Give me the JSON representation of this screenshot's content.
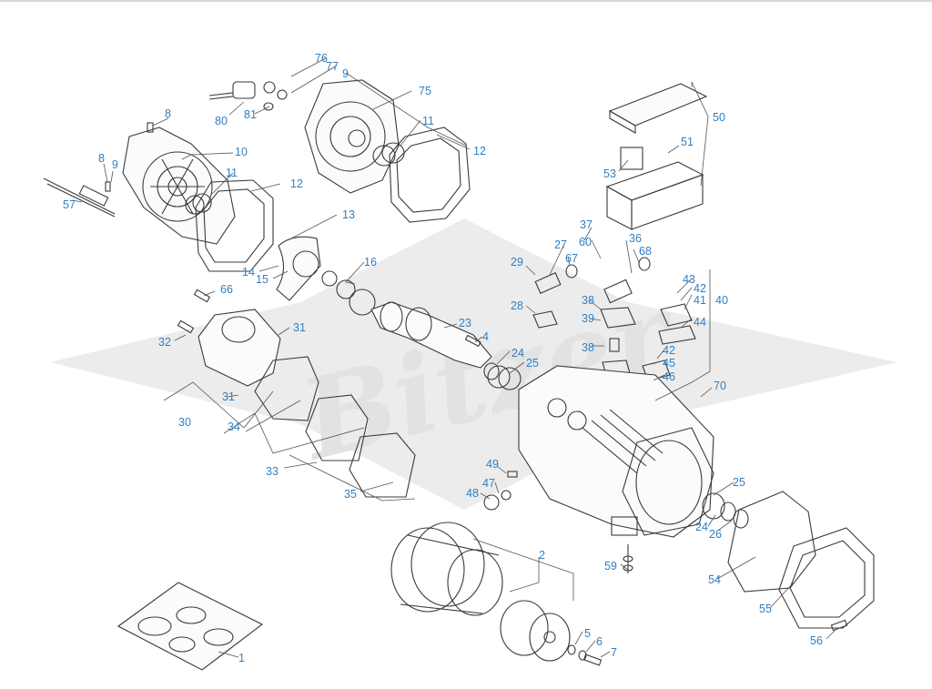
{
  "diagram": {
    "watermark": "Bitzer",
    "callouts": [
      {
        "id": "c76",
        "text": "76"
      },
      {
        "id": "c77",
        "text": "77"
      },
      {
        "id": "c9a",
        "text": "9"
      },
      {
        "id": "c75",
        "text": "75"
      },
      {
        "id": "c8a",
        "text": "8"
      },
      {
        "id": "c80",
        "text": "80"
      },
      {
        "id": "c81",
        "text": "81"
      },
      {
        "id": "c11a",
        "text": "11"
      },
      {
        "id": "c12a",
        "text": "12"
      },
      {
        "id": "c10",
        "text": "10"
      },
      {
        "id": "c8b",
        "text": "8"
      },
      {
        "id": "c9b",
        "text": "9"
      },
      {
        "id": "c11b",
        "text": "11"
      },
      {
        "id": "c12b",
        "text": "12"
      },
      {
        "id": "c57",
        "text": "57"
      },
      {
        "id": "c13",
        "text": "13"
      },
      {
        "id": "c14",
        "text": "14"
      },
      {
        "id": "c15",
        "text": "15"
      },
      {
        "id": "c16",
        "text": "16"
      },
      {
        "id": "c66",
        "text": "66"
      },
      {
        "id": "c31a",
        "text": "31"
      },
      {
        "id": "c32",
        "text": "32"
      },
      {
        "id": "c23",
        "text": "23"
      },
      {
        "id": "c4",
        "text": "4"
      },
      {
        "id": "c24a",
        "text": "24"
      },
      {
        "id": "c25a",
        "text": "25"
      },
      {
        "id": "c31b",
        "text": "31"
      },
      {
        "id": "c30",
        "text": "30"
      },
      {
        "id": "c34",
        "text": "34"
      },
      {
        "id": "c33",
        "text": "33"
      },
      {
        "id": "c35",
        "text": "35"
      },
      {
        "id": "c50",
        "text": "50"
      },
      {
        "id": "c51",
        "text": "51"
      },
      {
        "id": "c53",
        "text": "53"
      },
      {
        "id": "c37",
        "text": "37"
      },
      {
        "id": "c27",
        "text": "27"
      },
      {
        "id": "c60",
        "text": "60"
      },
      {
        "id": "c36",
        "text": "36"
      },
      {
        "id": "c29",
        "text": "29"
      },
      {
        "id": "c67",
        "text": "67"
      },
      {
        "id": "c68",
        "text": "68"
      },
      {
        "id": "c43",
        "text": "43"
      },
      {
        "id": "c42a",
        "text": "42"
      },
      {
        "id": "c41",
        "text": "41"
      },
      {
        "id": "c40",
        "text": "40"
      },
      {
        "id": "c28",
        "text": "28"
      },
      {
        "id": "c38a",
        "text": "38"
      },
      {
        "id": "c39",
        "text": "39"
      },
      {
        "id": "c44",
        "text": "44"
      },
      {
        "id": "c38b",
        "text": "38"
      },
      {
        "id": "c42b",
        "text": "42"
      },
      {
        "id": "c45",
        "text": "45"
      },
      {
        "id": "c46",
        "text": "46"
      },
      {
        "id": "c70",
        "text": "70"
      },
      {
        "id": "c49",
        "text": "49"
      },
      {
        "id": "c47",
        "text": "47"
      },
      {
        "id": "c48",
        "text": "48"
      },
      {
        "id": "c25b",
        "text": "25"
      },
      {
        "id": "c24b",
        "text": "24"
      },
      {
        "id": "c26",
        "text": "26"
      },
      {
        "id": "c2",
        "text": "2"
      },
      {
        "id": "c59",
        "text": "59"
      },
      {
        "id": "c54",
        "text": "54"
      },
      {
        "id": "c55",
        "text": "55"
      },
      {
        "id": "c5",
        "text": "5"
      },
      {
        "id": "c6",
        "text": "6"
      },
      {
        "id": "c7",
        "text": "7"
      },
      {
        "id": "c56",
        "text": "56"
      },
      {
        "id": "c1",
        "text": "1"
      }
    ]
  }
}
